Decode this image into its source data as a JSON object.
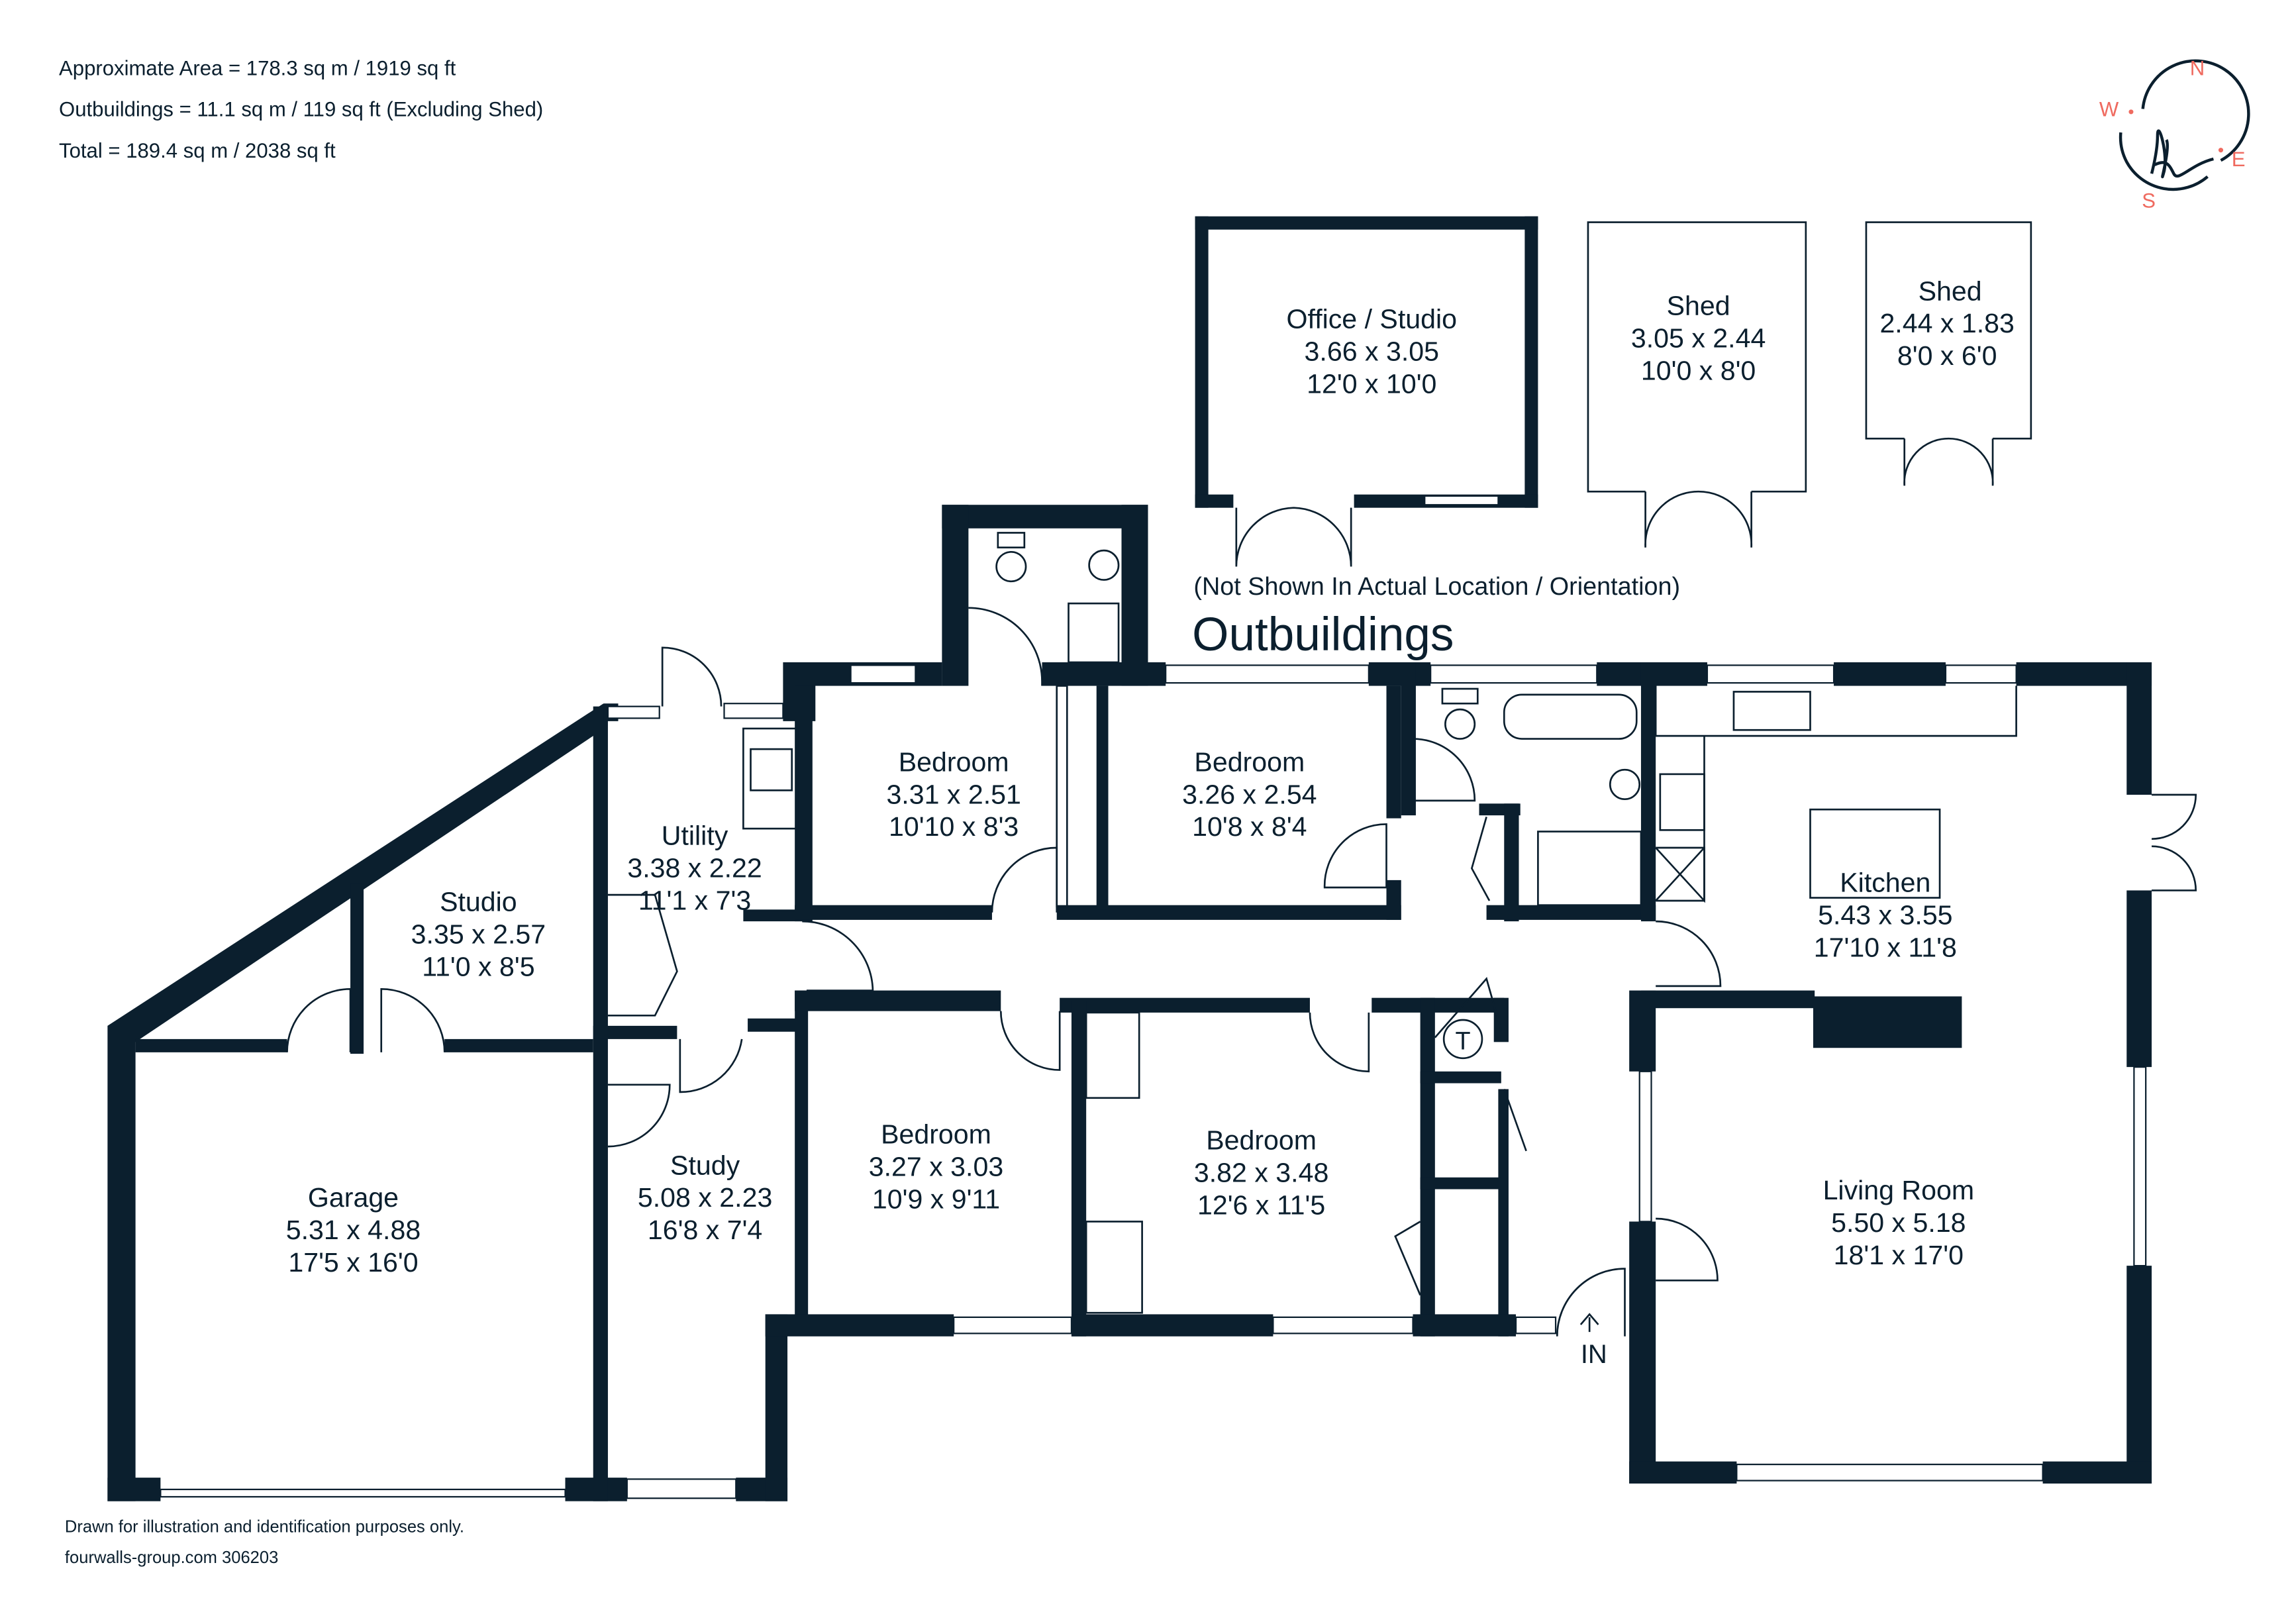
{
  "header": {
    "approx_area": "Approximate Area = 178.3 sq m / 1919 sq ft",
    "outbuildings_area": "Outbuildings = 11.1 sq m / 119 sq ft (Excluding Shed)",
    "total_area": "Total = 189.4 sq m / 2038 sq ft"
  },
  "compass": {
    "n": "N",
    "s": "S",
    "e": "E",
    "w": "W",
    "accent_color": "#ef6a5f",
    "logo_color": "#0b1f2e"
  },
  "outbuildings": {
    "note": "(Not Shown In Actual Location / Orientation)",
    "title": "Outbuildings"
  },
  "rooms": [
    {
      "name": "Office / Studio",
      "metric": "3.66 x 3.05",
      "imperial": "12'0 x 10'0"
    },
    {
      "name": "Shed",
      "metric": "3.05 x 2.44",
      "imperial": "10'0 x 8'0"
    },
    {
      "name": "Shed",
      "metric": "2.44 x 1.83",
      "imperial": "8'0 x 6'0"
    },
    {
      "name": "Bedroom",
      "metric": "3.31 x 2.51",
      "imperial": "10'10 x 8'3"
    },
    {
      "name": "Bedroom",
      "metric": "3.26 x 2.54",
      "imperial": "10'8 x 8'4"
    },
    {
      "name": "Utility",
      "metric": "3.38 x 2.22",
      "imperial": "11'1 x 7'3"
    },
    {
      "name": "Studio",
      "metric": "3.35 x 2.57",
      "imperial": "11'0 x 8'5"
    },
    {
      "name": "Kitchen",
      "metric": "5.43 x 3.55",
      "imperial": "17'10 x 11'8"
    },
    {
      "name": "Living Room",
      "metric": "5.50 x 5.18",
      "imperial": "18'1 x 17'0"
    },
    {
      "name": "Bedroom",
      "metric": "3.27 x 3.03",
      "imperial": "10'9 x 9'11"
    },
    {
      "name": "Bedroom",
      "metric": "3.82 x 3.48",
      "imperial": "12'6 x 11'5"
    },
    {
      "name": "Study",
      "metric": "5.08 x 2.23",
      "imperial": "16'8 x 7'4"
    },
    {
      "name": "Garage",
      "metric": "5.31 x 4.88",
      "imperial": "17'5 x 16'0"
    }
  ],
  "labels": {
    "entrance": "IN",
    "tank": "T"
  },
  "footer": {
    "disclaimer": "Drawn for illustration and identification purposes only.",
    "reference": "fourwalls-group.com 306203"
  },
  "colors": {
    "walls": "#0b1f2e",
    "background": "#ffffff"
  }
}
